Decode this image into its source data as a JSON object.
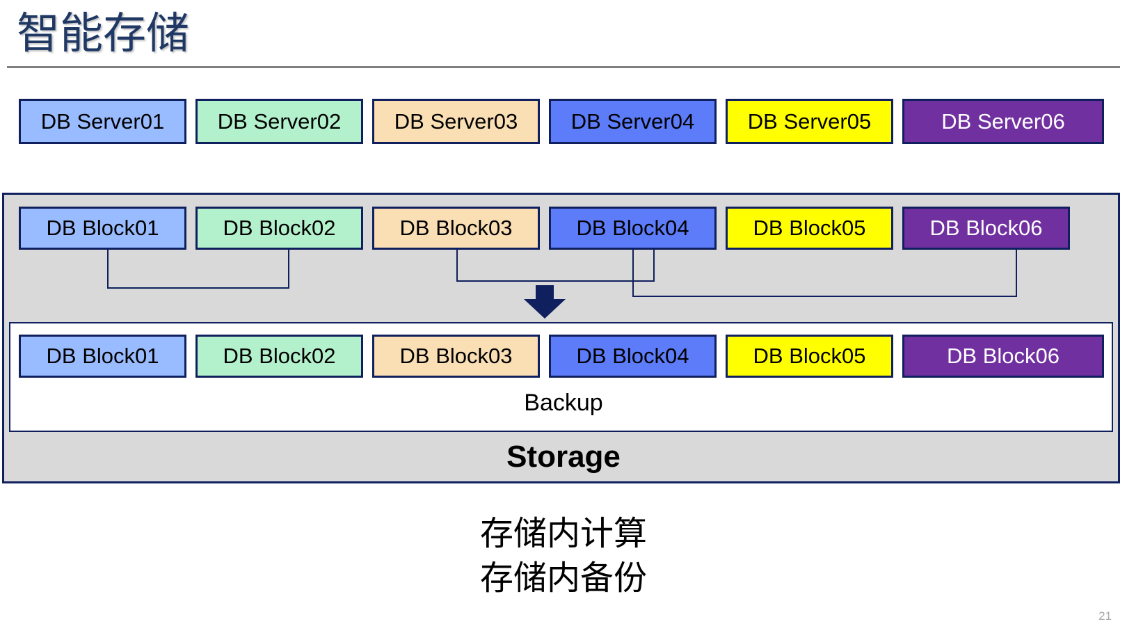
{
  "title": "智能存储",
  "servers": [
    {
      "label": "DB Server01",
      "color": "#99BBFF",
      "swatch": "c-blue"
    },
    {
      "label": "DB Server02",
      "color": "#B3F0CC",
      "swatch": "c-green"
    },
    {
      "label": "DB Server03",
      "color": "#FADFB5",
      "swatch": "c-peach"
    },
    {
      "label": "DB Server04",
      "color": "#5C7CFA",
      "swatch": "c-royal"
    },
    {
      "label": "DB Server05",
      "color": "#FFFF00",
      "swatch": "c-yellow"
    },
    {
      "label": "DB Server06",
      "color": "#7030A0",
      "swatch": "c-purple"
    }
  ],
  "blocks_top": [
    {
      "label": "DB Block01",
      "color": "#99BBFF"
    },
    {
      "label": "DB Block02",
      "color": "#B3F0CC"
    },
    {
      "label": "DB Block03",
      "color": "#FADFB5"
    },
    {
      "label": "DB Block04",
      "color": "#5C7CFA"
    },
    {
      "label": "DB Block05",
      "color": "#FFFF00"
    },
    {
      "label": "DB Block06",
      "color": "#7030A0"
    }
  ],
  "blocks_backup": [
    {
      "label": "DB Block01",
      "color": "#99BBFF"
    },
    {
      "label": "DB Block02",
      "color": "#B3F0CC"
    },
    {
      "label": "DB Block03",
      "color": "#FADFB5"
    },
    {
      "label": "DB Block04",
      "color": "#5C7CFA"
    },
    {
      "label": "DB Block05",
      "color": "#FFFF00"
    },
    {
      "label": "DB Block06",
      "color": "#7030A0"
    }
  ],
  "backup_label": "Backup",
  "storage_label": "Storage",
  "captions": {
    "line1": "存储内计算",
    "line2": "存储内备份"
  },
  "page_number": "21",
  "colors": {
    "title": "#1F3864",
    "border": "#10205E",
    "panel_bg": "#D9D9D9",
    "rule": "#808080",
    "page_number": "#A6A6A6"
  }
}
